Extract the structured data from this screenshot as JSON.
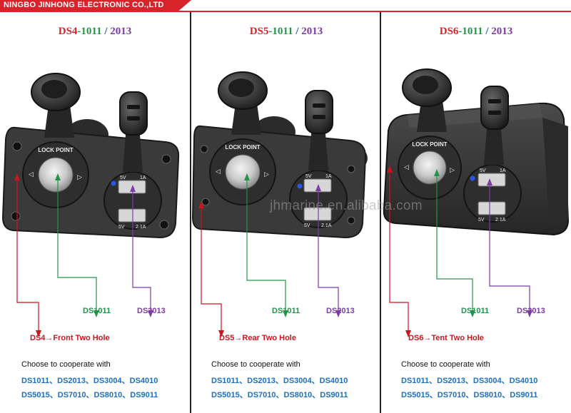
{
  "header": {
    "company": "NINGBO JINHONG ELECTRONIC CO.,LTD"
  },
  "watermark": "jhmarine.en.alibaba.com",
  "panels": [
    {
      "title_main": "DS4",
      "title_socket": "-1011",
      "title_sep": " / ",
      "title_usb": "2013",
      "socket_label": "DS1011",
      "usb_label": "DS2013",
      "type_label": "DS4→Front Two Hole",
      "choose": "Choose to cooperate with",
      "models_row1": "DS1011、DS2013、DS3004、DS4010",
      "models_row2": "DS5015、DS7010、DS8010、DS9011"
    },
    {
      "title_main": "DS5",
      "title_socket": "-1011",
      "title_sep": " / ",
      "title_usb": "2013",
      "socket_label": "DS1011",
      "usb_label": "DS2013",
      "type_label": "DS5→Rear Two Hole",
      "choose": "Choose to cooperate with",
      "models_row1": "DS1011、DS2013、DS3004、DS4010",
      "models_row2": "DS5015、DS7010、DS8010、DS9011"
    },
    {
      "title_main": "DS6",
      "title_socket": "-1011",
      "title_sep": " / ",
      "title_usb": "2013",
      "socket_label": "DS1011",
      "usb_label": "DS2013",
      "type_label": "DS6→Tent Two Hole",
      "choose": "Choose to cooperate with",
      "models_row1": "DS1011、DS2013、DS3004、DS4010",
      "models_row2": "DS5015、DS7010、DS8010、DS9011"
    }
  ],
  "device_text": {
    "lock": "LOCK POINT",
    "usb_top_v": "5V",
    "usb_top_a": "1A",
    "usb_bot_v": "5V",
    "usb_bot_a": "2.1A"
  },
  "colors": {
    "red": "#d8232a",
    "green": "#23934a",
    "purple": "#7b3ca3",
    "blue": "#1c6fc0",
    "panel_body": "#3a3a3a"
  }
}
